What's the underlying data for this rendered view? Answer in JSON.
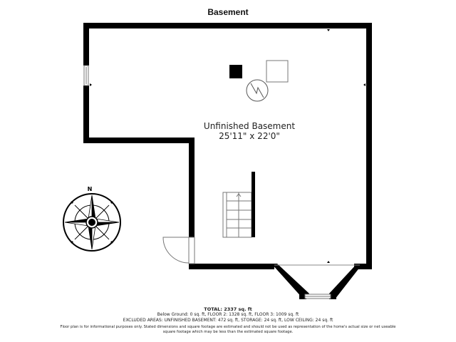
{
  "floor": {
    "title": "Basement"
  },
  "room": {
    "name": "Unfinished Basement",
    "dimensions": "25'11\" x 22'0\""
  },
  "compass": {
    "north_label": "N"
  },
  "footer": {
    "total": "TOTAL: 2337 sq. ft",
    "areas_line": "Below Ground: 0 sq. ft, FLOOR 2: 1328 sq. ft, FLOOR 3: 1009 sq. ft",
    "excluded_line": "EXCLUDED AREAS: UNFINISHED BASEMENT: 472 sq. ft, STORAGE: 24 sq. ft, LOW CEILING: 24 sq. ft",
    "disclaimer": "Floor plan is for informational purposes only. Stated dimensions and square footage are estimated and should not be used as representation of the home's actual size or net useable square footage which may be less than the estimated square footage."
  },
  "colors": {
    "wall": "#000000",
    "fixture_line": "#777777",
    "background": "#ffffff"
  }
}
